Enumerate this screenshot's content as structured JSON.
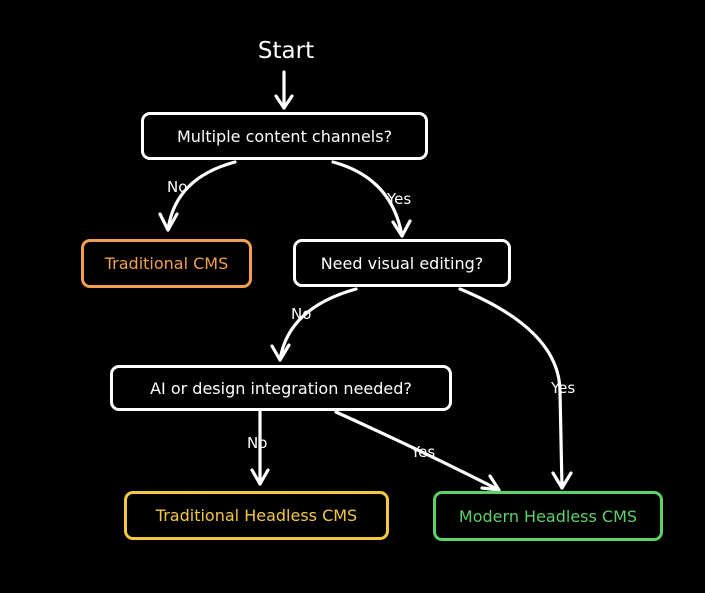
{
  "start": {
    "label": "Start"
  },
  "nodes": {
    "channels": {
      "label": "Multiple content channels?"
    },
    "traditional_cms": {
      "label": "Traditional CMS",
      "color": "#f0a050"
    },
    "visual_editing": {
      "label": "Need visual editing?"
    },
    "ai_design": {
      "label": "AI or design integration needed?"
    },
    "traditional_headless": {
      "label": "Traditional Headless CMS",
      "color": "#f5c842"
    },
    "modern_headless": {
      "label": "Modern Headless CMS",
      "color": "#5fd068"
    }
  },
  "edges": {
    "channels_no": "No",
    "channels_yes": "Yes",
    "visual_no": "No",
    "visual_yes": "Yes",
    "ai_no": "No",
    "ai_yes": "Yes"
  },
  "colors": {
    "background": "#000000",
    "stroke": "#ffffff"
  }
}
